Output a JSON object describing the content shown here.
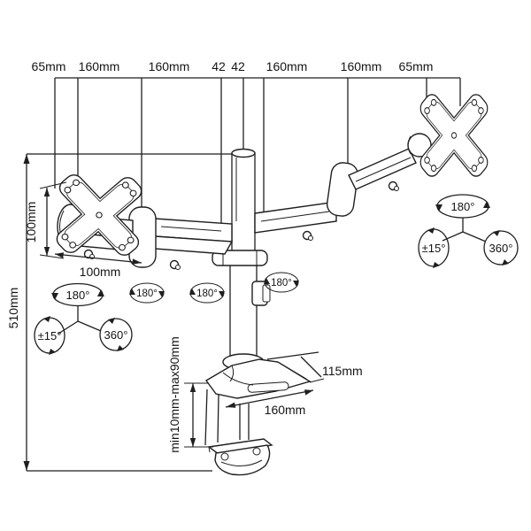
{
  "top_dims": [
    "65mm",
    "160mm",
    "160mm",
    "42",
    "42",
    "160mm",
    "160mm",
    "65mm"
  ],
  "left_vesa": {
    "height_label": "100mm",
    "width_label": "100mm"
  },
  "pole": {
    "height_label": "510mm"
  },
  "base": {
    "depth_label": "115mm",
    "width_label": "160mm"
  },
  "clamp": {
    "range_label": "min10mm-max90mm"
  },
  "left_rotation": {
    "pan": "180°",
    "tilt": "±15°",
    "rotate": "360°"
  },
  "right_rotation": {
    "pan": "180°",
    "tilt": "±15°",
    "rotate": "360°"
  },
  "joint_rotations": [
    "180°",
    "180°",
    "180°"
  ]
}
